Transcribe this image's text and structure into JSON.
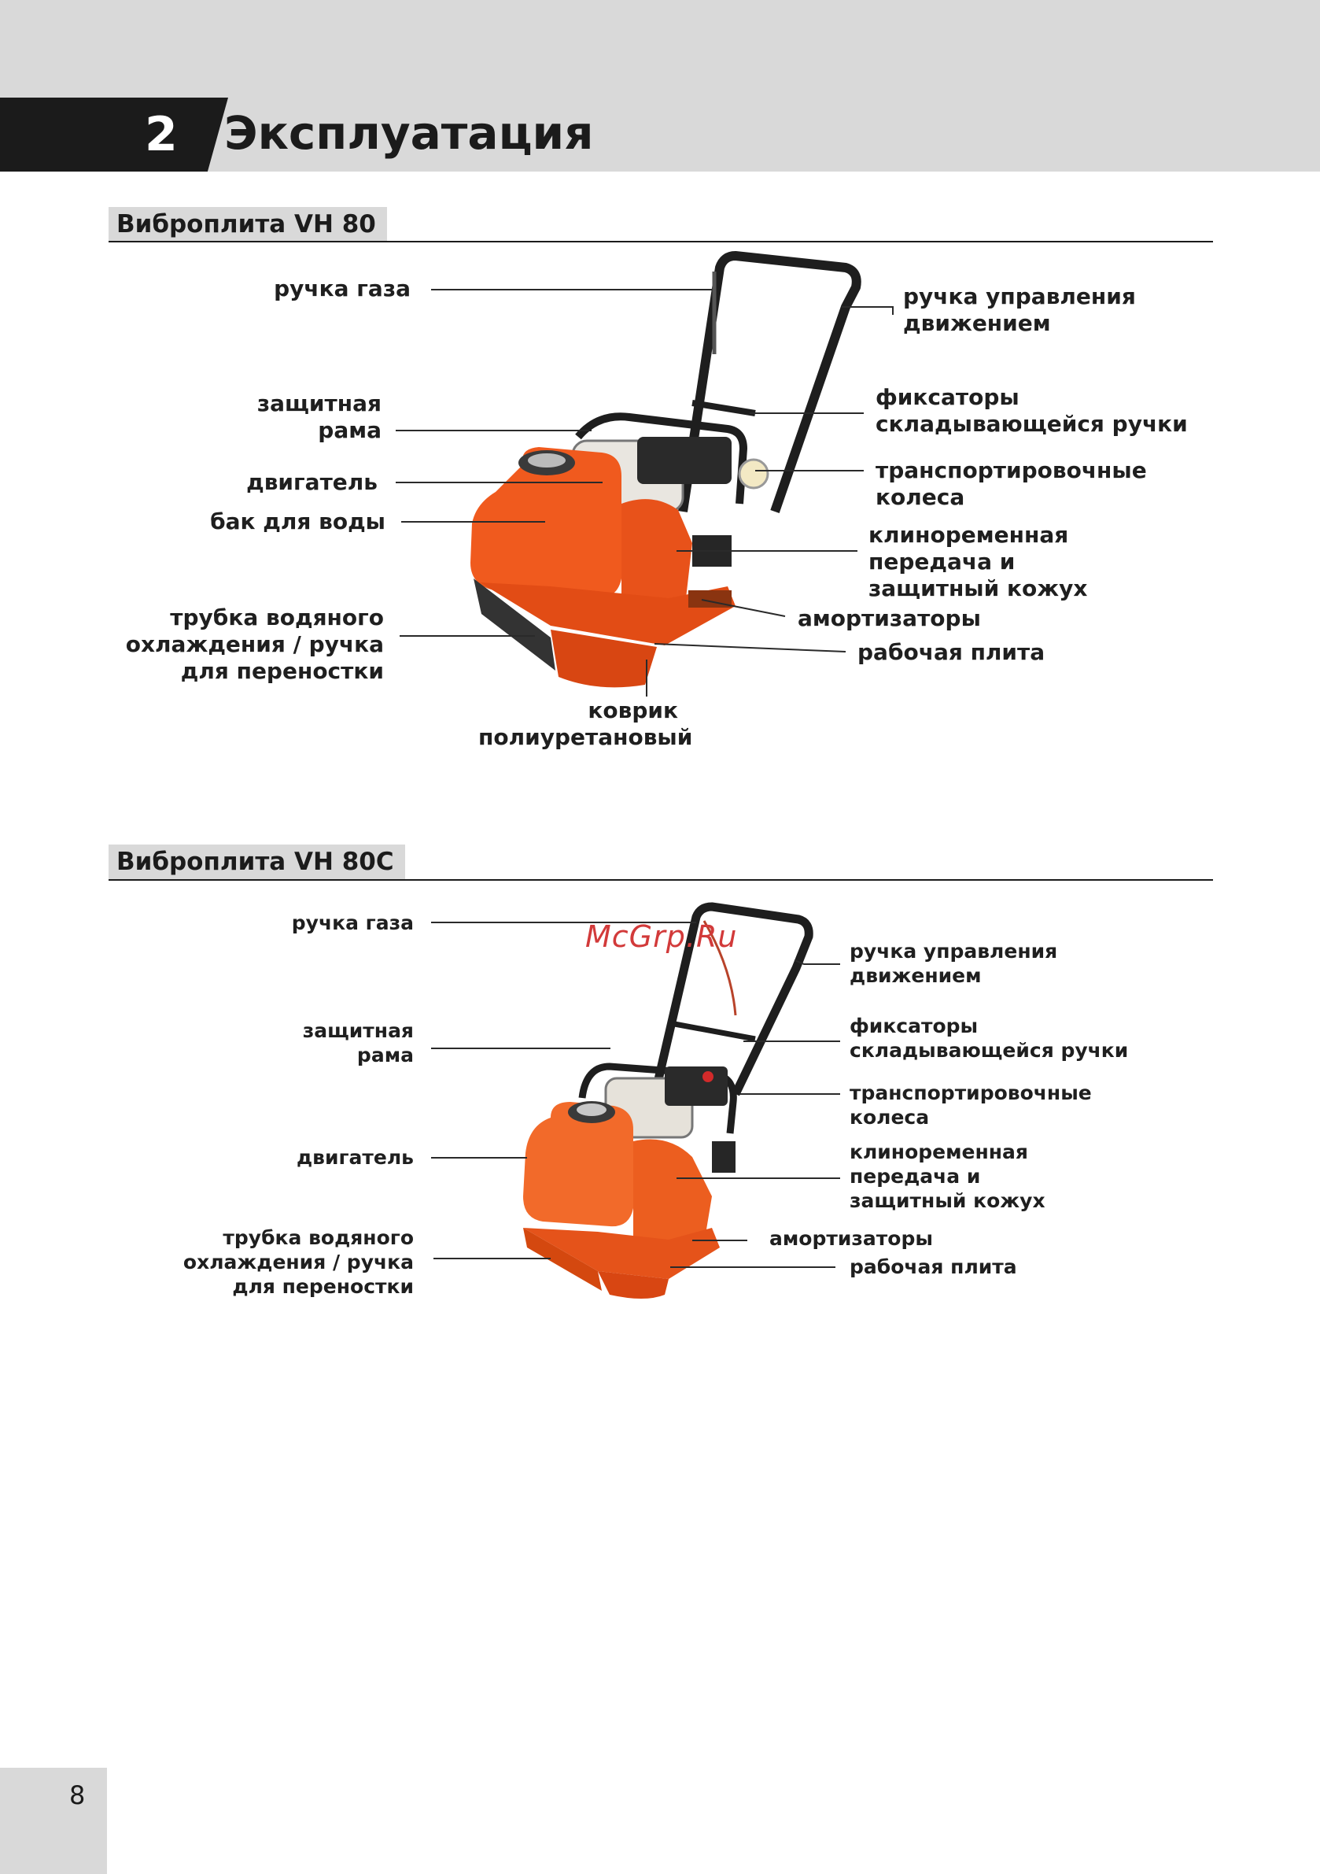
{
  "header": {
    "chapter_number": "2",
    "chapter_title": "Эксплуатация"
  },
  "section1": {
    "title": "Виброплита VH 80",
    "labels": {
      "throttle": "ручка газа",
      "frame": [
        "защитная",
        "рама"
      ],
      "engine": "двигатель",
      "tank": "бак для воды",
      "pipe": [
        "трубка водяного",
        "охлаждения / ручка",
        "для переностки"
      ],
      "handle": [
        "ручка управления",
        "движением"
      ],
      "locks": [
        "фиксаторы",
        "складывающейся ручки"
      ],
      "wheels": [
        "транспортировочные",
        "колеса"
      ],
      "belt": [
        "клиноременная",
        "передача и",
        "защитный кожух"
      ],
      "shocks": "амортизаторы",
      "plate": "рабочая плита",
      "mat": [
        "коврик",
        "полиуретановый"
      ]
    }
  },
  "section2": {
    "title": "Виброплита VH 80C",
    "labels": {
      "throttle": "ручка газа",
      "frame": [
        "защитная",
        "рама"
      ],
      "engine": "двигатель",
      "pipe": [
        "трубка водяного",
        "охлаждения / ручка",
        "для переностки"
      ],
      "handle": [
        "ручка управления",
        "движением"
      ],
      "locks": [
        "фиксаторы",
        "складывающейся ручки"
      ],
      "wheels": [
        "транспортировочные",
        "колеса"
      ],
      "belt": [
        "клиноременная",
        "передача и",
        "защитный кожух"
      ],
      "shocks": "амортизаторы",
      "plate": "рабочая плита"
    }
  },
  "watermark": "McGrp.Ru",
  "page_number": "8",
  "colors": {
    "accent_orange": "#f05a1e",
    "frame_black": "#1b1b1b",
    "band_gray": "#d9d9d9"
  }
}
